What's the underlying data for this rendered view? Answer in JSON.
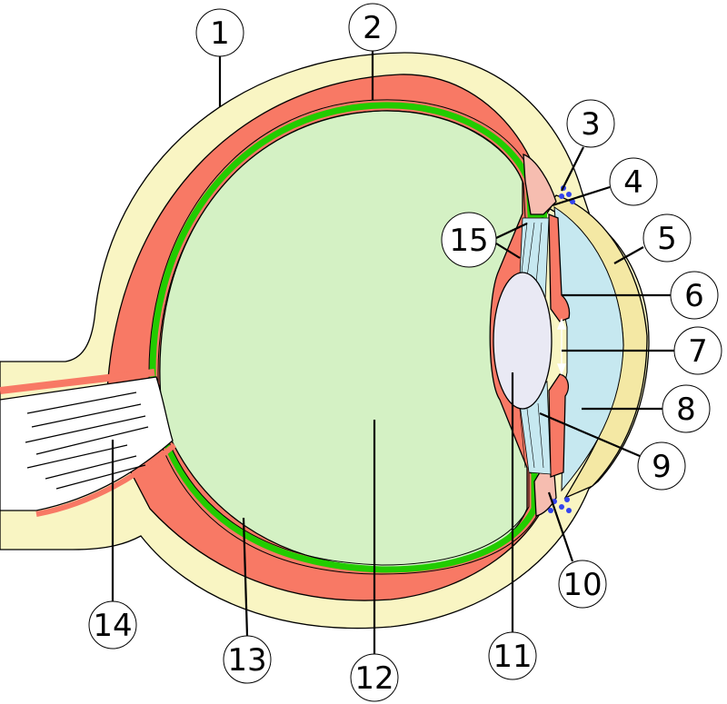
{
  "colors": {
    "sclera": "#f9f5c3",
    "cornea": "#f4e8a4",
    "choroid": "#f87965",
    "retina": "#22cc00",
    "vitreous": "#d4f1c4",
    "aqueous": "#c6e8f0",
    "lens": "#e9e9f4",
    "ciliary": "#f6bdb0",
    "canal": "#3344ee",
    "nerve": "#ffffff",
    "stroke": "#000000"
  },
  "callouts": [
    {
      "id": "c1",
      "label": "1"
    },
    {
      "id": "c2",
      "label": "2"
    },
    {
      "id": "c3",
      "label": "3"
    },
    {
      "id": "c4",
      "label": "4"
    },
    {
      "id": "c5",
      "label": "5"
    },
    {
      "id": "c6",
      "label": "6"
    },
    {
      "id": "c7",
      "label": "7"
    },
    {
      "id": "c8",
      "label": "8"
    },
    {
      "id": "c9",
      "label": "9"
    },
    {
      "id": "c10",
      "label": "10"
    },
    {
      "id": "c11",
      "label": "11"
    },
    {
      "id": "c12",
      "label": "12"
    },
    {
      "id": "c13",
      "label": "13"
    },
    {
      "id": "c14",
      "label": "14"
    },
    {
      "id": "c15",
      "label": "15"
    }
  ]
}
